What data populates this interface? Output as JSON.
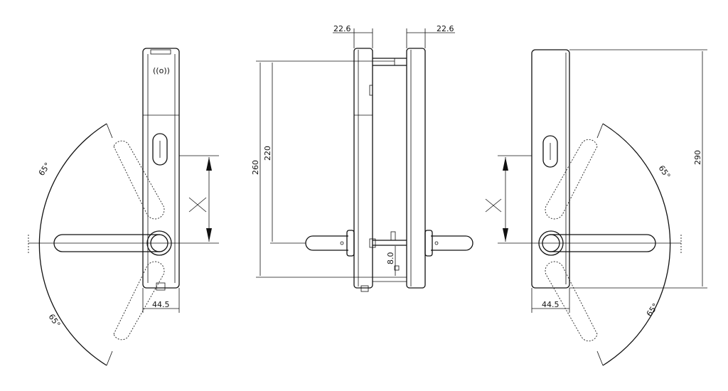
{
  "labels": {
    "left_angle_top": "65°",
    "left_angle_bottom": "65°",
    "left_x": "X",
    "left_width": "44.5",
    "center_top_left": "22.6",
    "center_top_right": "22.6",
    "center_260": "260",
    "center_220": "220",
    "center_80": "8.0",
    "right_x": "X",
    "right_angle_top": "65°",
    "right_angle_bottom": "65°",
    "right_width": "44.5",
    "right_290": "290"
  },
  "icons": {
    "rfid_symbol": "((o))"
  }
}
